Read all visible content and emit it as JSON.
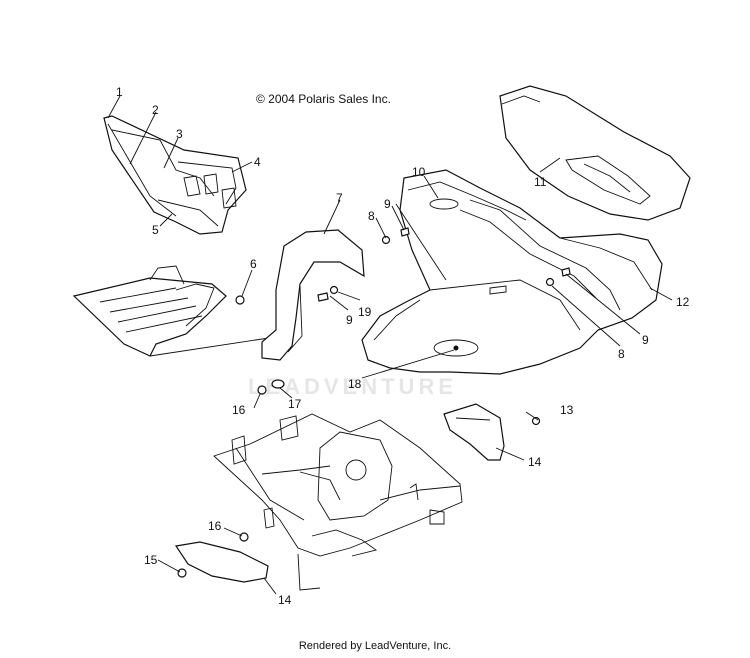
{
  "copyright": "© 2004 Polaris Sales Inc.",
  "footer": "Rendered by LeadVenture, Inc.",
  "watermark": "LEADVENTURE",
  "callouts": [
    {
      "id": "c1",
      "label": "1"
    },
    {
      "id": "c2",
      "label": "2"
    },
    {
      "id": "c3",
      "label": "3"
    },
    {
      "id": "c4",
      "label": "4"
    },
    {
      "id": "c5",
      "label": "5"
    },
    {
      "id": "c6",
      "label": "6"
    },
    {
      "id": "c7",
      "label": "7"
    },
    {
      "id": "c8a",
      "label": "8"
    },
    {
      "id": "c8b",
      "label": "8"
    },
    {
      "id": "c9a",
      "label": "9"
    },
    {
      "id": "c9b",
      "label": "9"
    },
    {
      "id": "c9c",
      "label": "9"
    },
    {
      "id": "c10",
      "label": "10"
    },
    {
      "id": "c11",
      "label": "11"
    },
    {
      "id": "c12",
      "label": "12"
    },
    {
      "id": "c13",
      "label": "13"
    },
    {
      "id": "c14a",
      "label": "14"
    },
    {
      "id": "c14b",
      "label": "14"
    },
    {
      "id": "c15",
      "label": "15"
    },
    {
      "id": "c16a",
      "label": "16"
    },
    {
      "id": "c16b",
      "label": "16"
    },
    {
      "id": "c17",
      "label": "17"
    },
    {
      "id": "c18",
      "label": "18"
    },
    {
      "id": "c19",
      "label": "19"
    }
  ]
}
